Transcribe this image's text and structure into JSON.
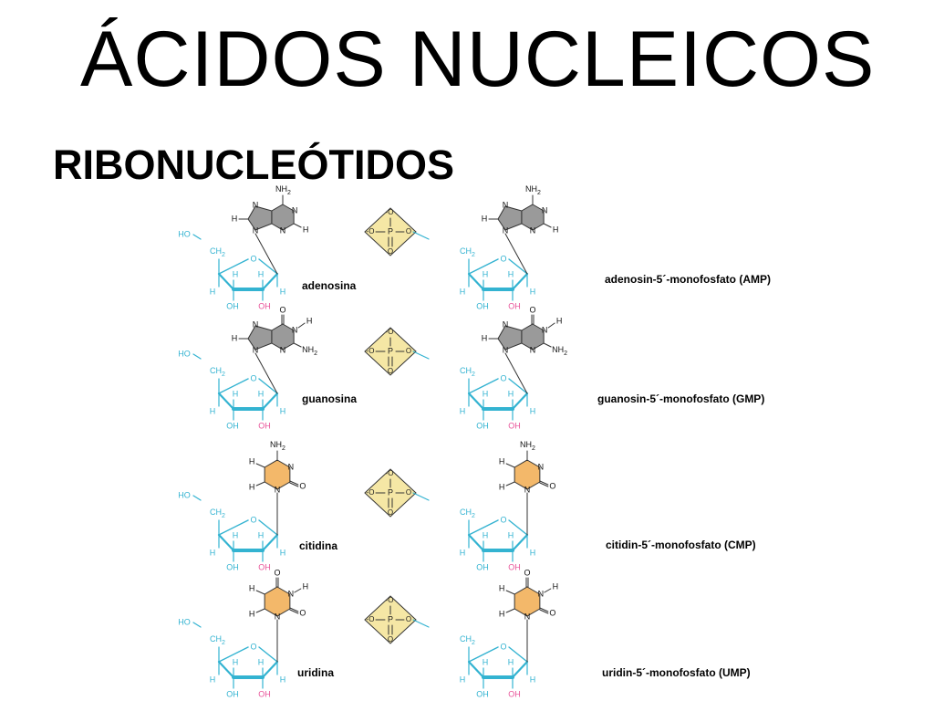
{
  "title": "ÁCIDOS NUCLEICOS",
  "subtitle": "RIBONUCLEÓTIDOS",
  "colors": {
    "sugar": "#33b3d1",
    "oh_pink": "#e8549a",
    "purine_fill": "#9a9a9a",
    "pyrimidine_fill": "#f3b86a",
    "phosphate_fill": "#f5e7a5"
  },
  "atoms": {
    "H": "H",
    "N": "N",
    "O": "O",
    "P": "P",
    "NH2": "NH",
    "sub2": "2",
    "OH": "OH",
    "HO": "HO",
    "CH2": "CH",
    "minusO": "-O"
  },
  "nucleosides": [
    {
      "caption": "adenosina",
      "base": "adenine"
    },
    {
      "caption": "guanosina",
      "base": "guanine"
    },
    {
      "caption": "citidina",
      "base": "cytosine"
    },
    {
      "caption": "uridina",
      "base": "uracil"
    }
  ],
  "nucleotides": [
    {
      "caption": "adenosin-5´-monofosfato (AMP)",
      "base": "adenine"
    },
    {
      "caption": "guanosin-5´-monofosfato (GMP)",
      "base": "guanine"
    },
    {
      "caption": "citidin-5´-monofosfato (CMP)",
      "base": "cytosine"
    },
    {
      "caption": "uridin-5´-monofosfato (UMP)",
      "base": "uracil"
    }
  ]
}
